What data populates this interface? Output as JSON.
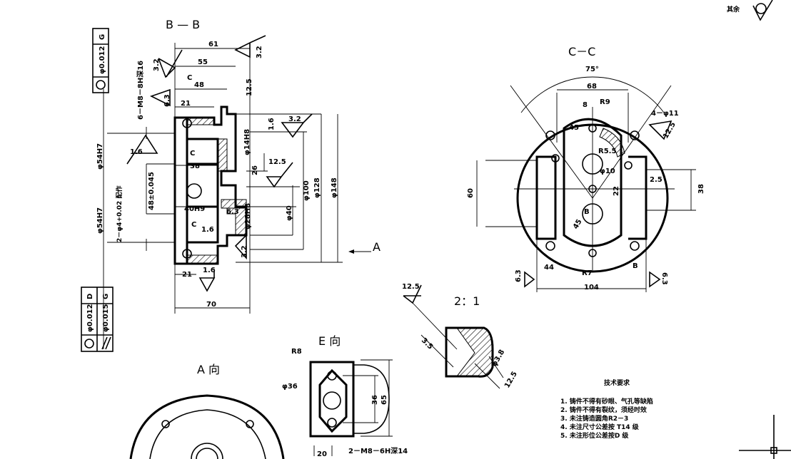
{
  "views": {
    "section_bb": "B — B",
    "section_cc": "C－C",
    "view_a": "A 向",
    "view_e": "E 向",
    "detail_scale": "2：1",
    "arrow_a": "A"
  },
  "roughness_rest": {
    "label": "其余"
  },
  "bb_dims": [
    "61",
    "55",
    "48",
    "21",
    "38",
    "40H9",
    "70",
    "21",
    "3.2",
    "3.2",
    "12.5",
    "6.3",
    "1.6",
    "1.6",
    "1.6",
    "1.6",
    "3.2",
    "12.5",
    "6.3",
    "3.2",
    "φ14H8",
    "26",
    "φ28H8",
    "φ40",
    "φ100",
    "φ128",
    "φ148",
    "48±0.045",
    "6－M8－8H深16",
    "φ54H7",
    "φ54H7",
    "2－φ4+0.02 配作",
    "C",
    "C",
    "C"
  ],
  "tolerance_frames": [
    {
      "symbol": "circle",
      "value": "φ0.012",
      "datum": "G"
    },
    {
      "symbol": "circle",
      "value": "φ0.012",
      "datum": "D"
    },
    {
      "symbol": "parallel",
      "value": "φ0.015",
      "datum": "G"
    }
  ],
  "cc_dims": [
    "75°",
    "68",
    "R9",
    "8",
    "45",
    "R5.5",
    "φ10",
    "4－φ11",
    "12.5",
    "2.5",
    "38",
    "60",
    "22",
    "45",
    "44",
    "R7",
    "104",
    "6.3",
    "6.3",
    "B",
    "B"
  ],
  "detail_dims": [
    "12.5",
    "3.5",
    "φ3.8",
    "12.5"
  ],
  "e_dims": [
    "R8",
    "φ36",
    "36",
    "65",
    "2－M8－6H深14",
    "20"
  ],
  "tech_requirements": {
    "title": "技术要求",
    "items": [
      "1. 铸件不得有砂眼、气孔等缺陷",
      "2. 铸件不得有裂纹，须经时效",
      "3. 未注铸造圆角R2－3",
      "4. 未注尺寸公差按 T14 级",
      "5. 未注形位公差按D 级"
    ]
  }
}
